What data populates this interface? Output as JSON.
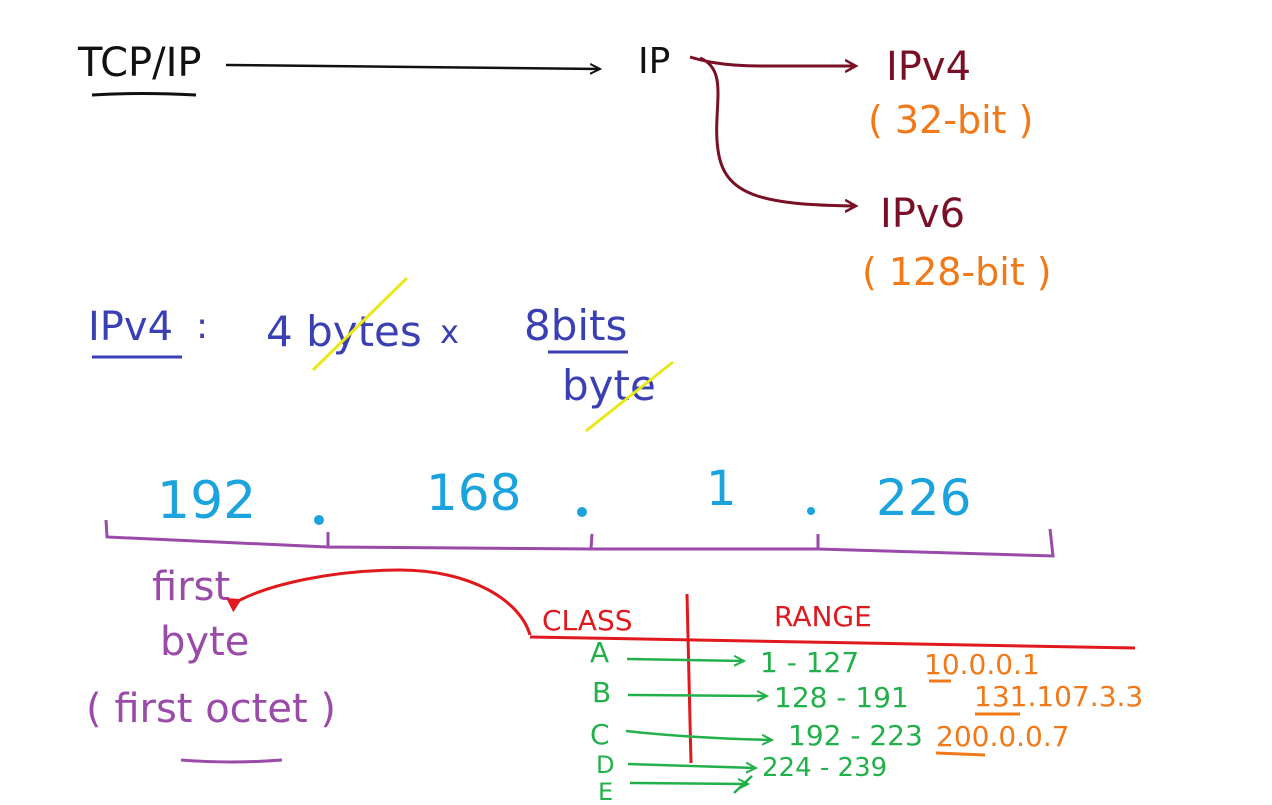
{
  "colors": {
    "black": "#111111",
    "maroon": "#7a1025",
    "orange": "#f07a1a",
    "blue": "#3a3fb4",
    "yellow": "#e8e81a",
    "cyan": "#1aa3dc",
    "purple": "#9a4aa8",
    "red": "#e0191f",
    "green": "#22b04a"
  },
  "top": {
    "tcpip": "TCP/IP",
    "ip": "IP",
    "ipv4": "IPv4",
    "ipv4_bits": "( 32-bit )",
    "ipv6": "IPv6",
    "ipv6_bits": "( 128-bit )"
  },
  "formula": {
    "label": "IPv4",
    "colon": ":",
    "bytes": "4 bytes",
    "times": "x",
    "numerator": "8bits",
    "denominator": "byte"
  },
  "address": {
    "octets": [
      "192",
      "168",
      "1",
      "226"
    ]
  },
  "first_byte": {
    "line1": "first",
    "line2": "byte",
    "line3": "( first octet )"
  },
  "table": {
    "class_header": "CLASS",
    "range_header": "RANGE",
    "rows": [
      {
        "class": "A",
        "range": "1 - 127",
        "example": "10.0.0.1"
      },
      {
        "class": "B",
        "range": "128 - 191",
        "example": "131.107.3.3"
      },
      {
        "class": "C",
        "range": "192 - 223",
        "example": "200.0.0.7"
      },
      {
        "class": "D",
        "range": "224 - 239",
        "example": ""
      },
      {
        "class": "E",
        "range": "",
        "example": ""
      }
    ]
  }
}
